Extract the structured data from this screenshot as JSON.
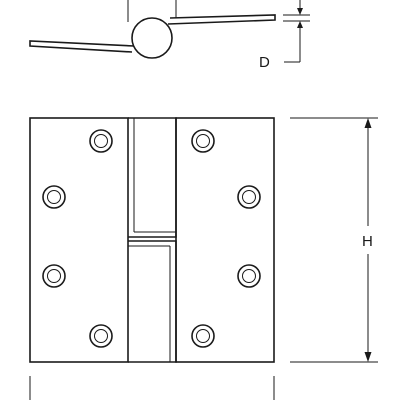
{
  "diagram": {
    "labels": {
      "thickness": "D",
      "height": "H"
    },
    "colors": {
      "line": "#1a1a1a",
      "background": "#ffffff"
    },
    "screw_holes": {
      "left_leaf": 4,
      "right_leaf": 4
    }
  }
}
